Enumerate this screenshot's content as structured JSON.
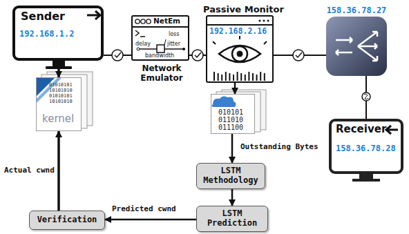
{
  "diagram": {
    "nodes": [
      {
        "text": [
          "Sender",
          "192.168.1.2"
        ]
      },
      {
        "text": [
          "01010101 10101010 01010101 10101010",
          "kernel"
        ]
      },
      {
        "text": [
          "NetEm",
          "delay",
          "loss",
          "jitter",
          "bandwidth",
          "Network Emulator"
        ]
      },
      {
        "text": [
          "Passive Monitor",
          "192.168.2.16"
        ]
      },
      {
        "text": [
          "010101 011010 011100"
        ]
      },
      {
        "text": [
          "158.36.78.27"
        ]
      },
      {
        "text": [
          "Receiver",
          "158.36.78.28"
        ]
      },
      {
        "text": [
          "LSTM Methodology"
        ]
      },
      {
        "text": [
          "LSTM Prediction"
        ]
      },
      {
        "text": [
          "Verification"
        ]
      }
    ],
    "edges": [
      {
        "from": 0,
        "to": 2,
        "arrow": "none"
      },
      {
        "from": 2,
        "to": 3,
        "arrow": "none"
      },
      {
        "from": 3,
        "to": 5,
        "arrow": "none"
      },
      {
        "from": 5,
        "to": 6,
        "arrow": "none"
      },
      {
        "from": 0,
        "to": 1,
        "arrow": "to"
      },
      {
        "from": 3,
        "to": 4,
        "arrow": "to"
      },
      {
        "from": 4,
        "to": 7,
        "arrow": "to",
        "label": "Outstanding Bytes"
      },
      {
        "from": 7,
        "to": 8,
        "arrow": "to"
      },
      {
        "from": 8,
        "to": 9,
        "arrow": "to",
        "label": "Predicted cwnd"
      },
      {
        "from": 9,
        "to": 1,
        "arrow": "to",
        "label": "Actual cwnd"
      }
    ]
  }
}
